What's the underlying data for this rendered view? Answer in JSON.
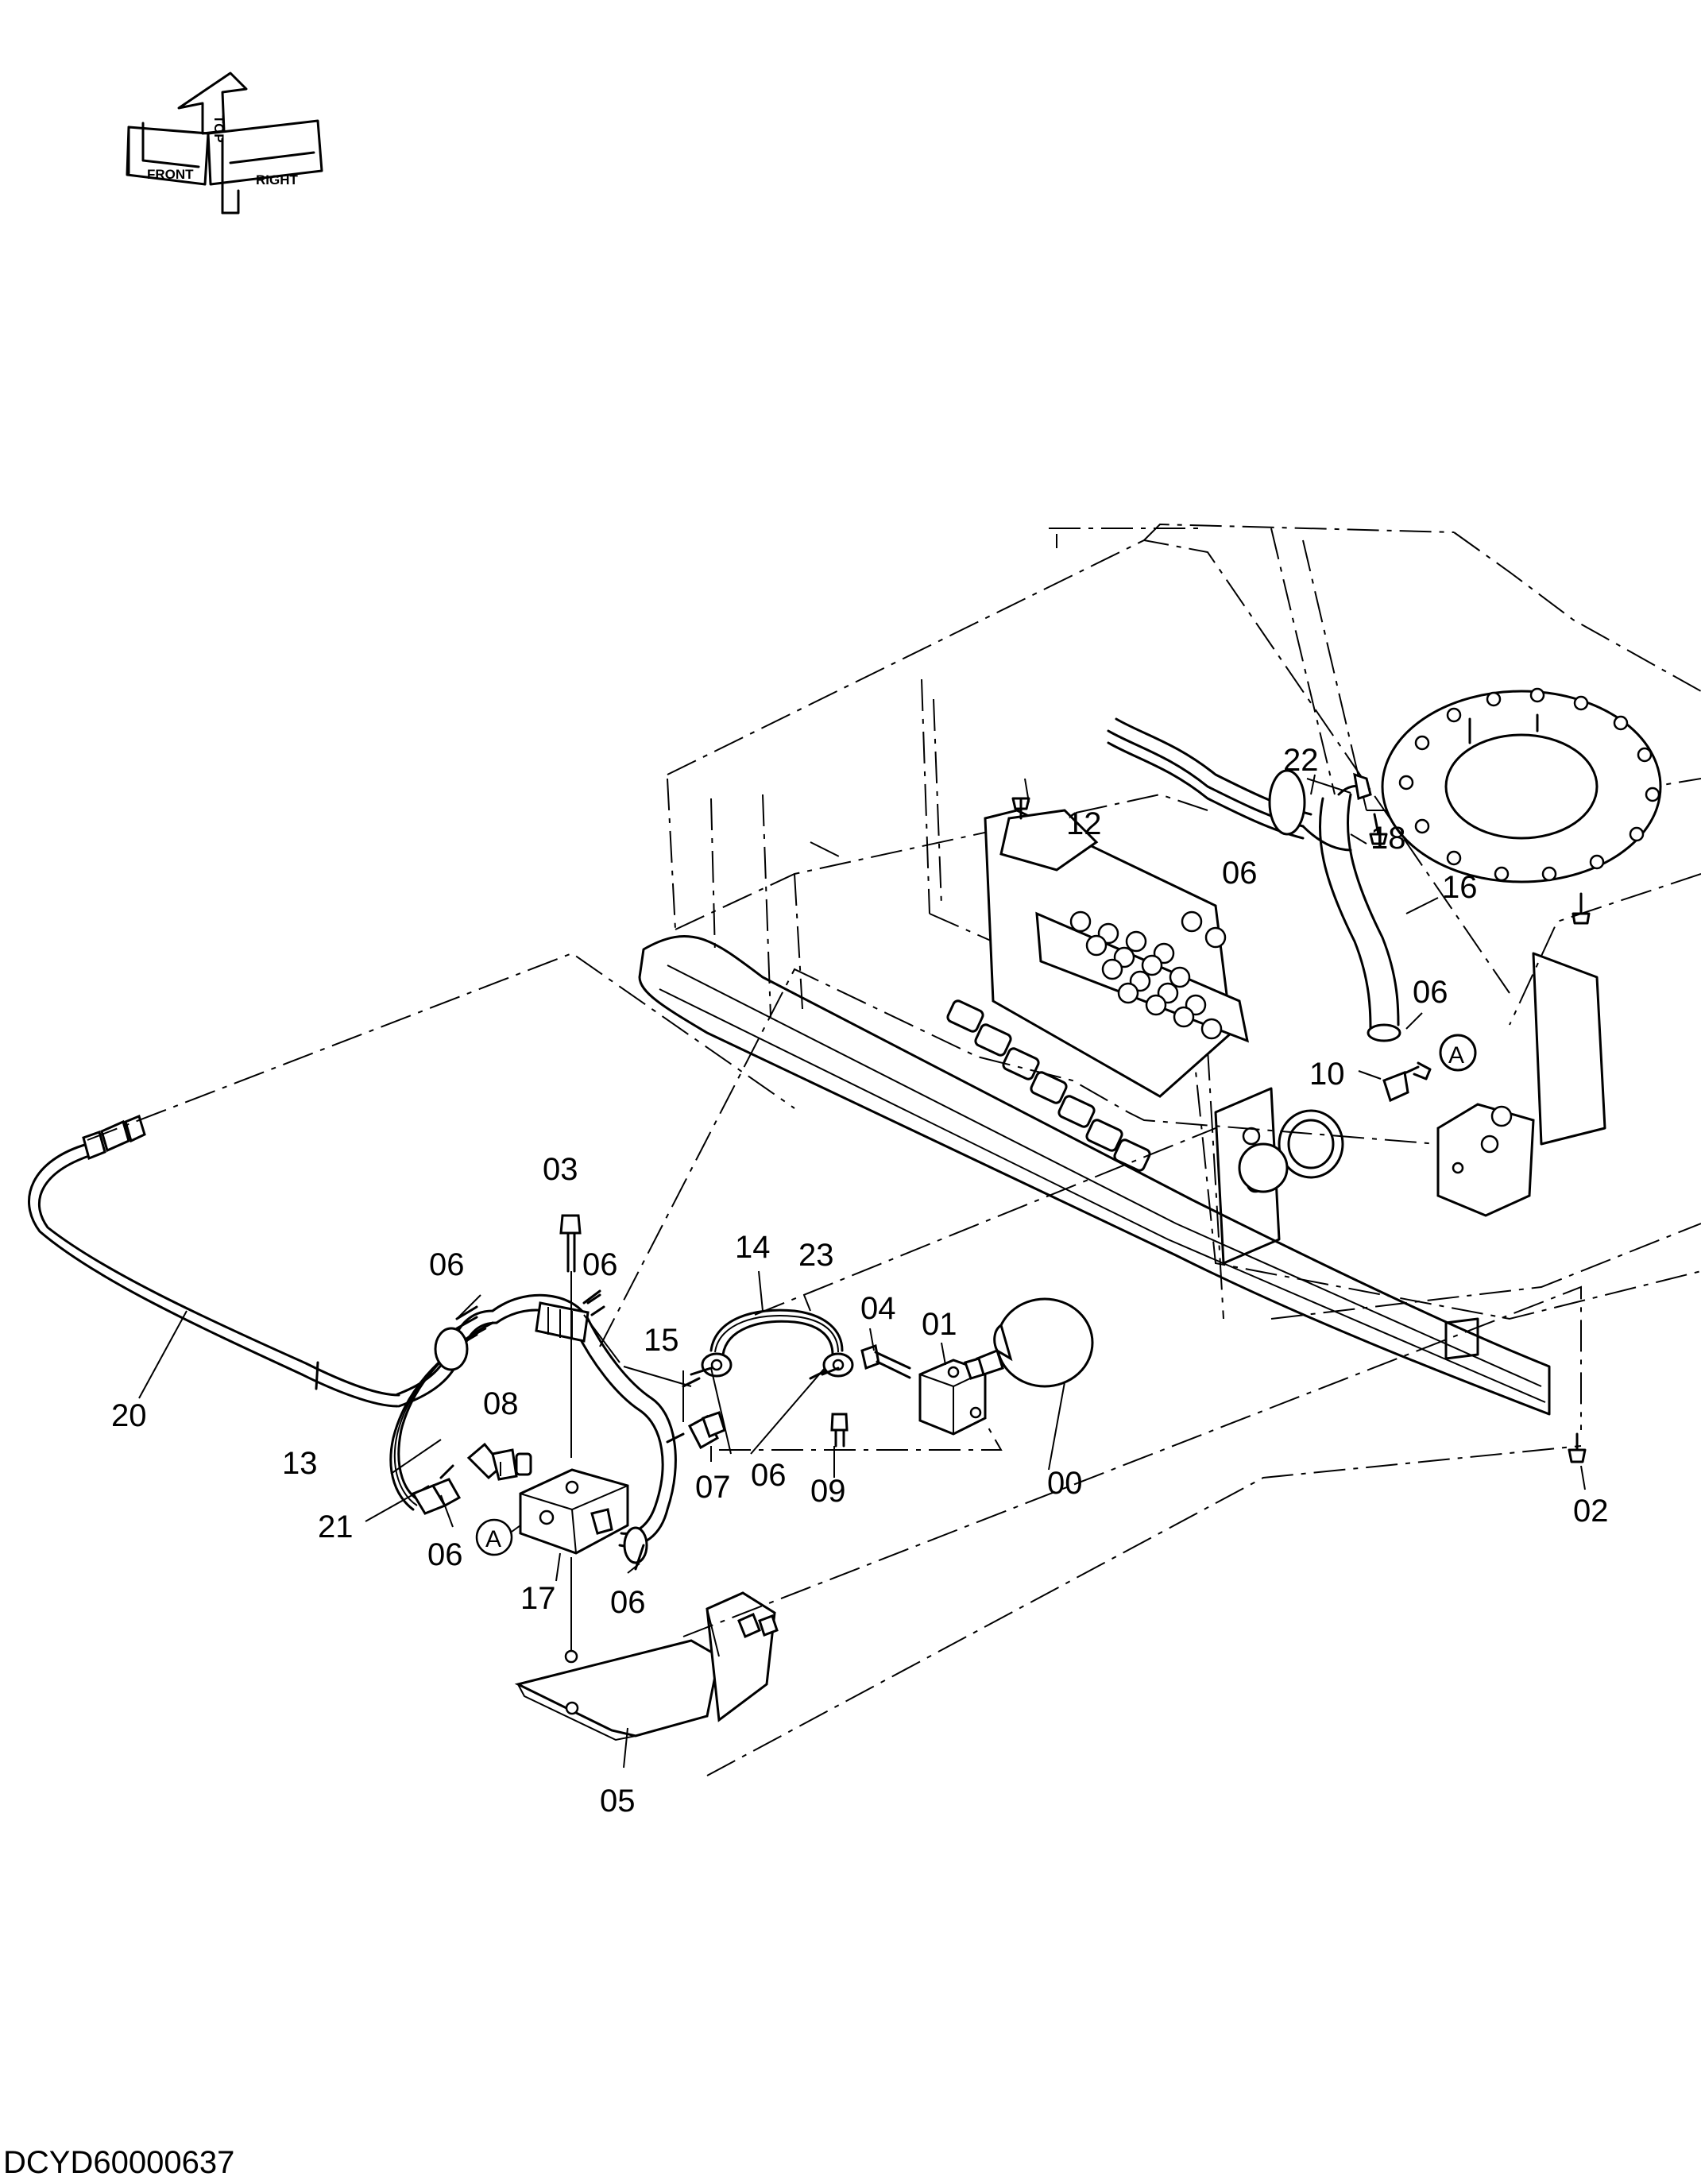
{
  "orientation_icon": {
    "labels": [
      "FRONT",
      "TOP",
      "RIGHT"
    ]
  },
  "callouts": {
    "c00": "00",
    "c01": "01",
    "c02": "02",
    "c03": "03",
    "c04": "04",
    "c05": "05",
    "c06": "06",
    "c07": "07",
    "c08": "08",
    "c09": "09",
    "c10": "10",
    "c12": "12",
    "c13": "13",
    "c14": "14",
    "c15": "15",
    "c16": "16",
    "c17": "17",
    "c18": "18",
    "c20": "20",
    "c21": "21",
    "c22": "22",
    "c23": "23",
    "ref_a": "A"
  },
  "drawing_code": "DCYD60000637",
  "colors": {
    "line": "#000000",
    "background": "#ffffff"
  }
}
